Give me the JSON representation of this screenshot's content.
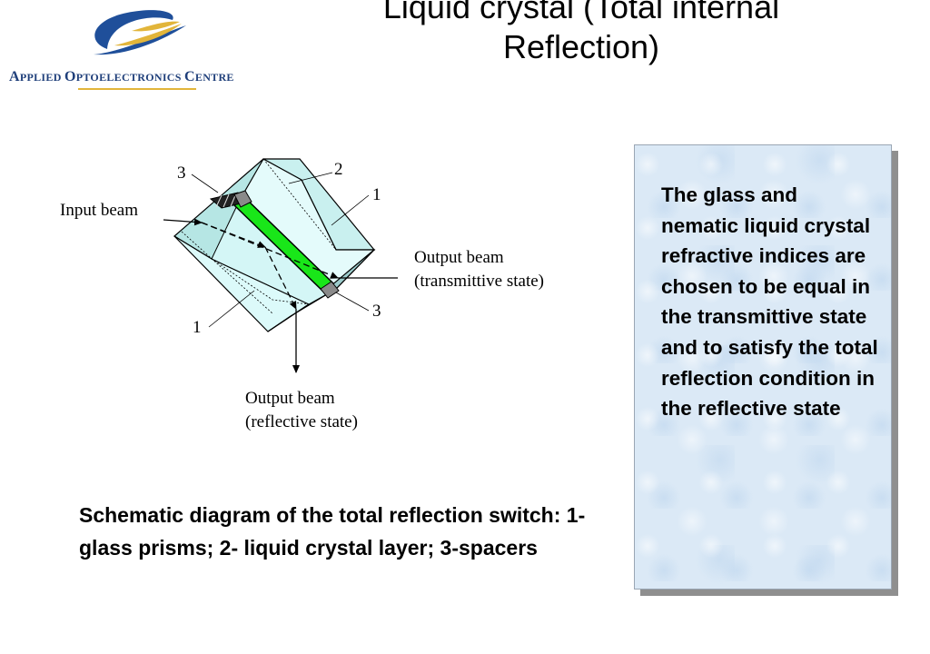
{
  "logo": {
    "text_main": "A",
    "text_1": "PPLIED ",
    "text_2": "O",
    "text_3": "PTOELECTRONICS ",
    "text_4": "C",
    "text_5": "ENTRE",
    "colors": {
      "blue": "#1f4f9a",
      "gold": "#e2b53a"
    }
  },
  "title": "Liquid crystal (Total internal Reflection)",
  "diagram": {
    "labels": {
      "input_beam": "Input beam",
      "output_trans_line1": "Output beam",
      "output_trans_line2": "(transmittive state)",
      "output_refl_line1": "Output beam",
      "output_refl_line2": "(reflective state)",
      "num_3_top": "3",
      "num_2": "2",
      "num_1_top": "1",
      "num_3_bottom": "3",
      "num_1_bottom": "1"
    },
    "colors": {
      "prism_face": "#dcfafa",
      "prism_top": "#b6e6e4",
      "prism_side": "#9ccccc",
      "liquid_crystal": "#19e619",
      "spacer": "#8a8a8a"
    }
  },
  "caption": "Schematic diagram of the total reflection switch: 1- glass prisms; 2- liquid crystal layer; 3-spacers",
  "note": {
    "text": "The glass and nematic liquid crystal refractive indices are chosen to be equal in the transmittive state and to satisfy the total reflection condition in the reflective state",
    "colors": {
      "background": "#dbe9f6",
      "shadow": "#8f8f8f"
    }
  }
}
